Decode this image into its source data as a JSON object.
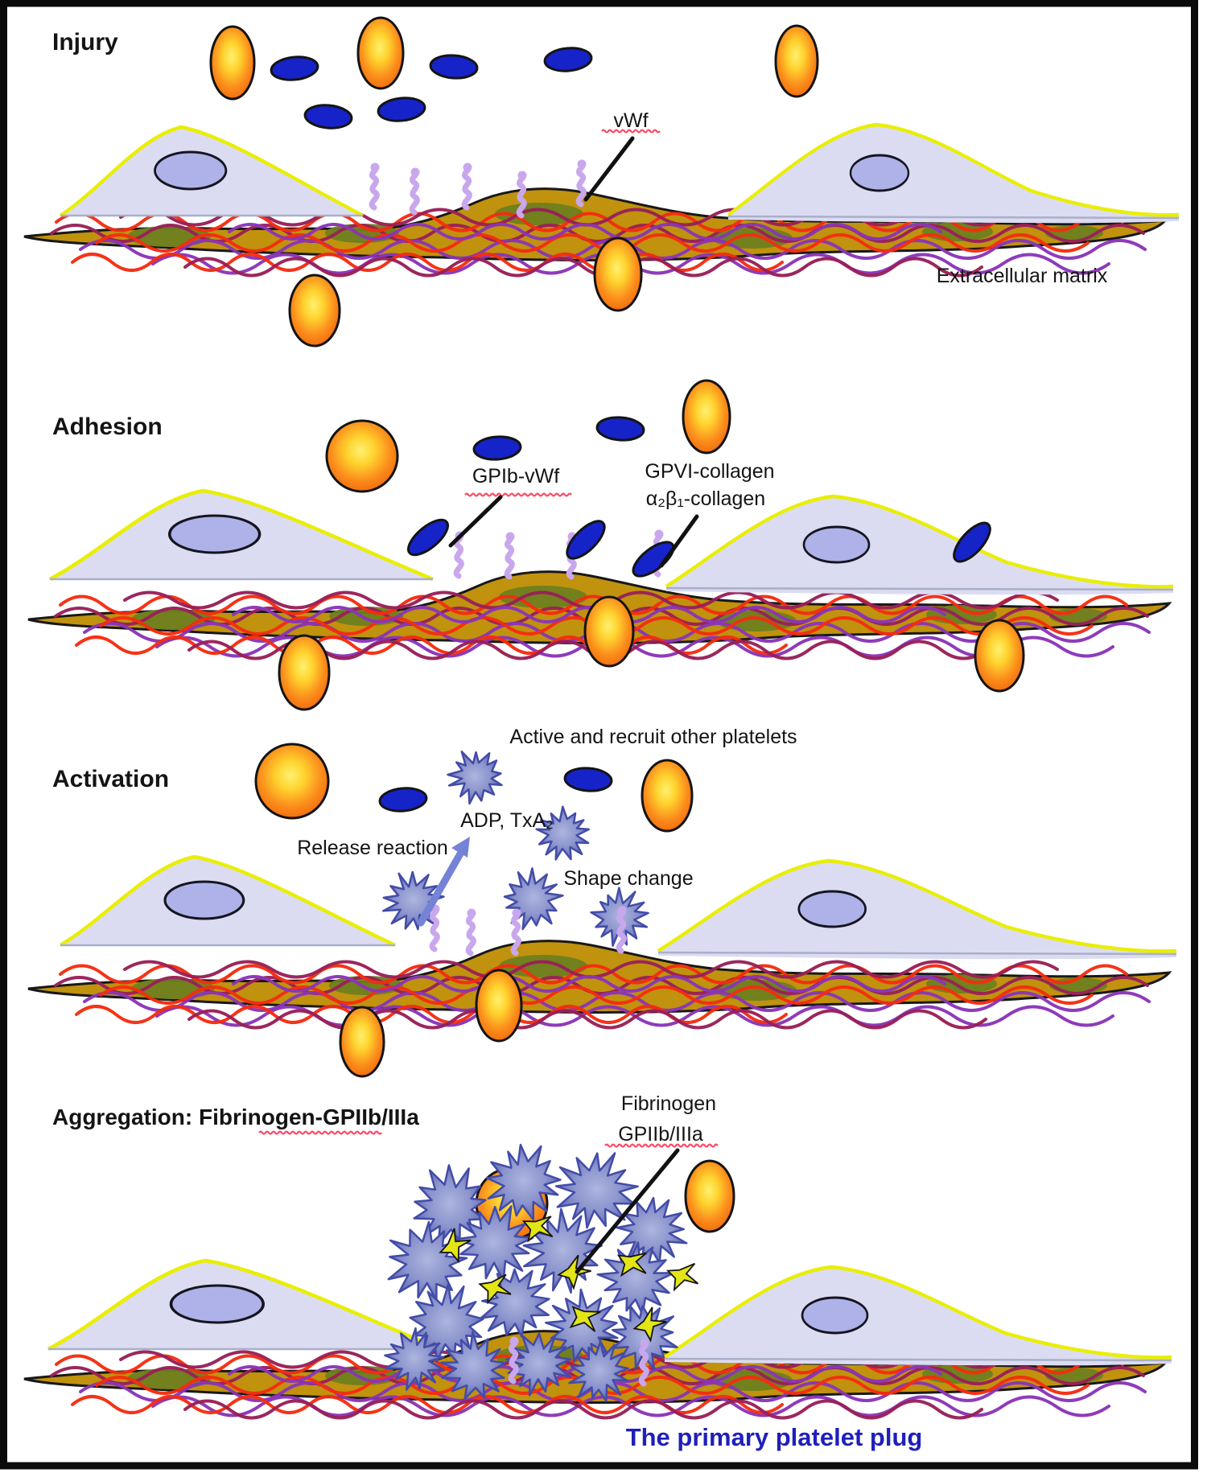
{
  "figure_caption": "The primary platelet plug",
  "injury": {
    "title": "Injury",
    "vwf": "vWf",
    "ecm": "Extracellular matrix"
  },
  "adhesion": {
    "title": "Adhesion",
    "gpib": "GPIb-vWf",
    "gpvi": "GPVI-collagen",
    "a2b1": "α₂β₁-collagen"
  },
  "activation": {
    "title": "Activation",
    "recruit": "Active and recruit other platelets",
    "adp": "ADP, TxA₂",
    "release": "Release reaction",
    "shape": "Shape change"
  },
  "aggregation": {
    "title": "Aggregation: Fibrinogen-GPIIb/IIIa",
    "fibrinogen": "Fibrinogen",
    "gpiibiiia": "GPIIb/IIIa",
    "plug": "The primary platelet plug"
  },
  "colors": {
    "rbc_core": "#FFF170",
    "rbc_mid": "#FFD22E",
    "rbc_edge": "#F1670B",
    "platelet_resting": "#1623C8",
    "platelet_activated_light": "#AEB5DF",
    "platelet_activated": "#8A93CC",
    "platelet_activated_dark": "#5A64AD",
    "platelet_outline": "#434CA8",
    "endothelium_body": "#DBDCF2",
    "endothelium_membrane": "#E9EE07",
    "endothelium_nucleus": "#AEB2E8",
    "matrix_gold": "#C0920E",
    "matrix_olive": "#6E7F1F",
    "fiber_red": "#F52C10",
    "fiber_violet": "#8A35B8",
    "fiber_maroon": "#992058",
    "vwf_purple": "#C9A7ED",
    "fibrinogen_yellow": "#E3E614",
    "release_arrow_blue": "#7583D6",
    "caption_blue": "#1F1FBB",
    "spellcheck_red": "#FF4A67",
    "outline_black": "#141414"
  }
}
